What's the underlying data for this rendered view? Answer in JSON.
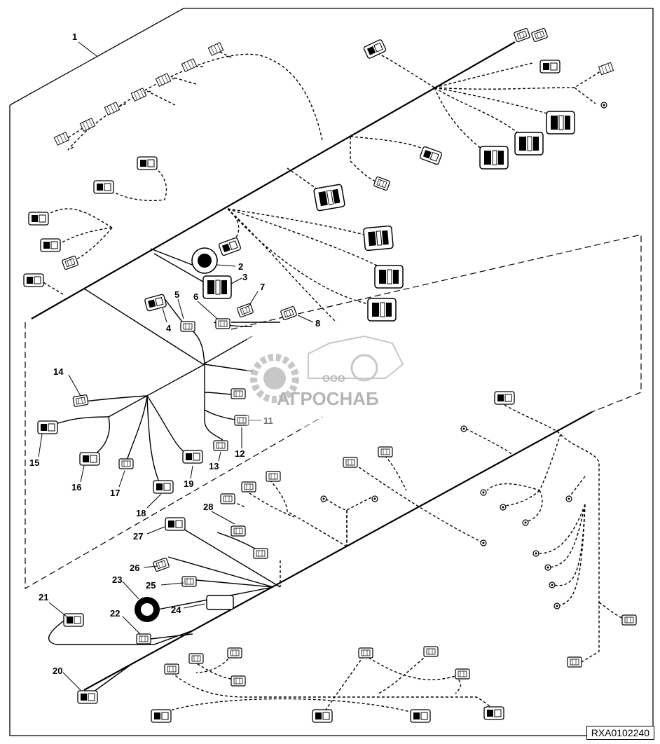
{
  "figure_id": "RXA0102240",
  "watermark": {
    "line1": "ООО",
    "line2": "АГРОСНАБ"
  },
  "callouts": [
    "1",
    "2",
    "3",
    "4",
    "5",
    "6",
    "7",
    "8",
    "11",
    "12",
    "13",
    "14",
    "15",
    "16",
    "17",
    "18",
    "19",
    "20",
    "21",
    "22",
    "23",
    "24",
    "25",
    "26",
    "27",
    "28"
  ],
  "colors": {
    "line": "#000000",
    "watermark": "#9a9a9a"
  }
}
